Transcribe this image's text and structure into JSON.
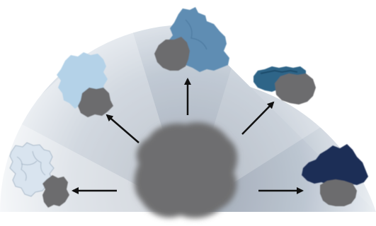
{
  "figure": {
    "colors": {
      "fan_inner": "#9aa3b0",
      "fan_outer": "#ffffff",
      "central_blob": "#6e6e70",
      "gray_domain": "#6c6c6e",
      "arrow": "#111111",
      "panel_1_shape": "#d9e4ef",
      "panel_2_shape": "#b4d2e8",
      "panel_3_shape": "#5f8db3",
      "panel_4_shape": "#2f6588",
      "panel_5_shape": "#1f2f56"
    },
    "panels": [
      {
        "icon": "light-blue-outline-protein"
      },
      {
        "icon": "pale-blue-protein"
      },
      {
        "icon": "steel-blue-protein"
      },
      {
        "icon": "teal-blue-protein"
      },
      {
        "icon": "navy-protein"
      }
    ]
  }
}
